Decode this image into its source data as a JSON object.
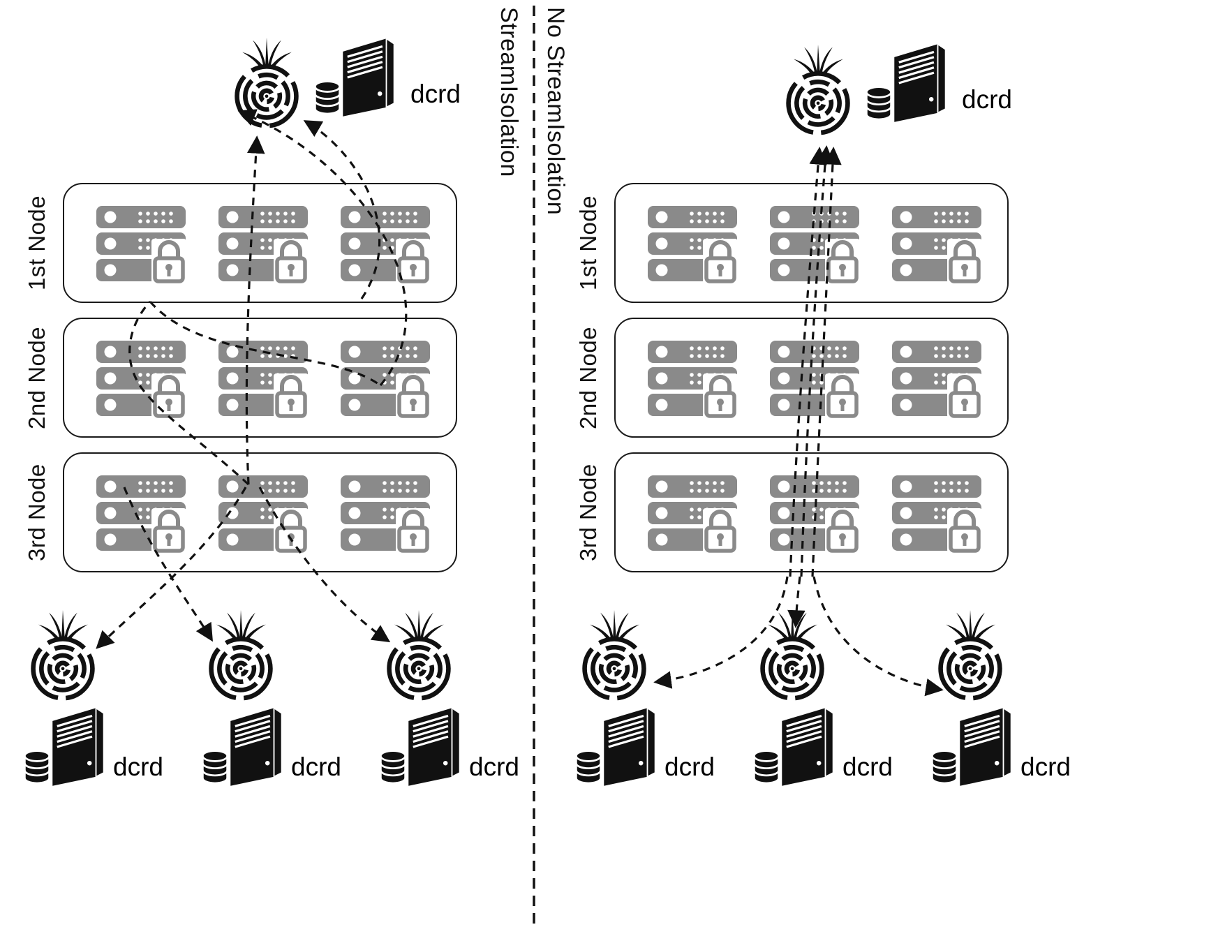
{
  "colors": {
    "ink": "#111111",
    "rack_gray": "#8a8a8a",
    "paper": "#ffffff"
  },
  "icons": {
    "onion": "tor-onion-icon",
    "server": "dcrd-server-icon",
    "database": "database-icon",
    "rack": "locked-server-rack-icon",
    "lock": "padlock-icon",
    "arrows": "dashed-arrow"
  },
  "panels": {
    "stream_isolation": {
      "caption": "StreamIsolation",
      "top_server_label": "dcrd",
      "node_groups": [
        {
          "label": "1st Node"
        },
        {
          "label": "2nd Node"
        },
        {
          "label": "3rd Node"
        }
      ],
      "client_labels": [
        "dcrd",
        "dcrd",
        "dcrd"
      ]
    },
    "no_stream_isolation": {
      "caption": "No StreamIsolation",
      "top_server_label": "dcrd",
      "node_groups": [
        {
          "label": "1st Node"
        },
        {
          "label": "2nd Node"
        },
        {
          "label": "3rd Node"
        }
      ],
      "client_labels": [
        "dcrd",
        "dcrd",
        "dcrd"
      ]
    }
  }
}
